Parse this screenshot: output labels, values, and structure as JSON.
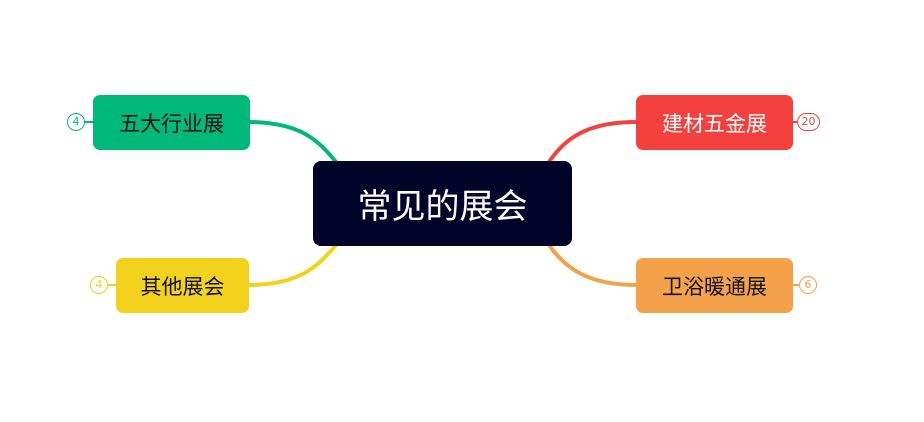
{
  "mindmap": {
    "central": {
      "label": "常见的展会",
      "fill": "#02042a",
      "text_color": "#ffffff"
    },
    "branches": [
      {
        "id": "top-left",
        "label": "五大行业展",
        "count": "4",
        "fill": "#00b87a",
        "text_color": "#111111"
      },
      {
        "id": "bottom-left",
        "label": "其他展会",
        "count": "4",
        "fill": "#f2d21c",
        "text_color": "#111111"
      },
      {
        "id": "top-right",
        "label": "建材五金展",
        "count": "20",
        "fill": "#f5413d",
        "text_color": "#ffffff"
      },
      {
        "id": "bottom-right",
        "label": "卫浴暖通展",
        "count": "6",
        "fill": "#f4a24a",
        "text_color": "#111111"
      }
    ]
  }
}
